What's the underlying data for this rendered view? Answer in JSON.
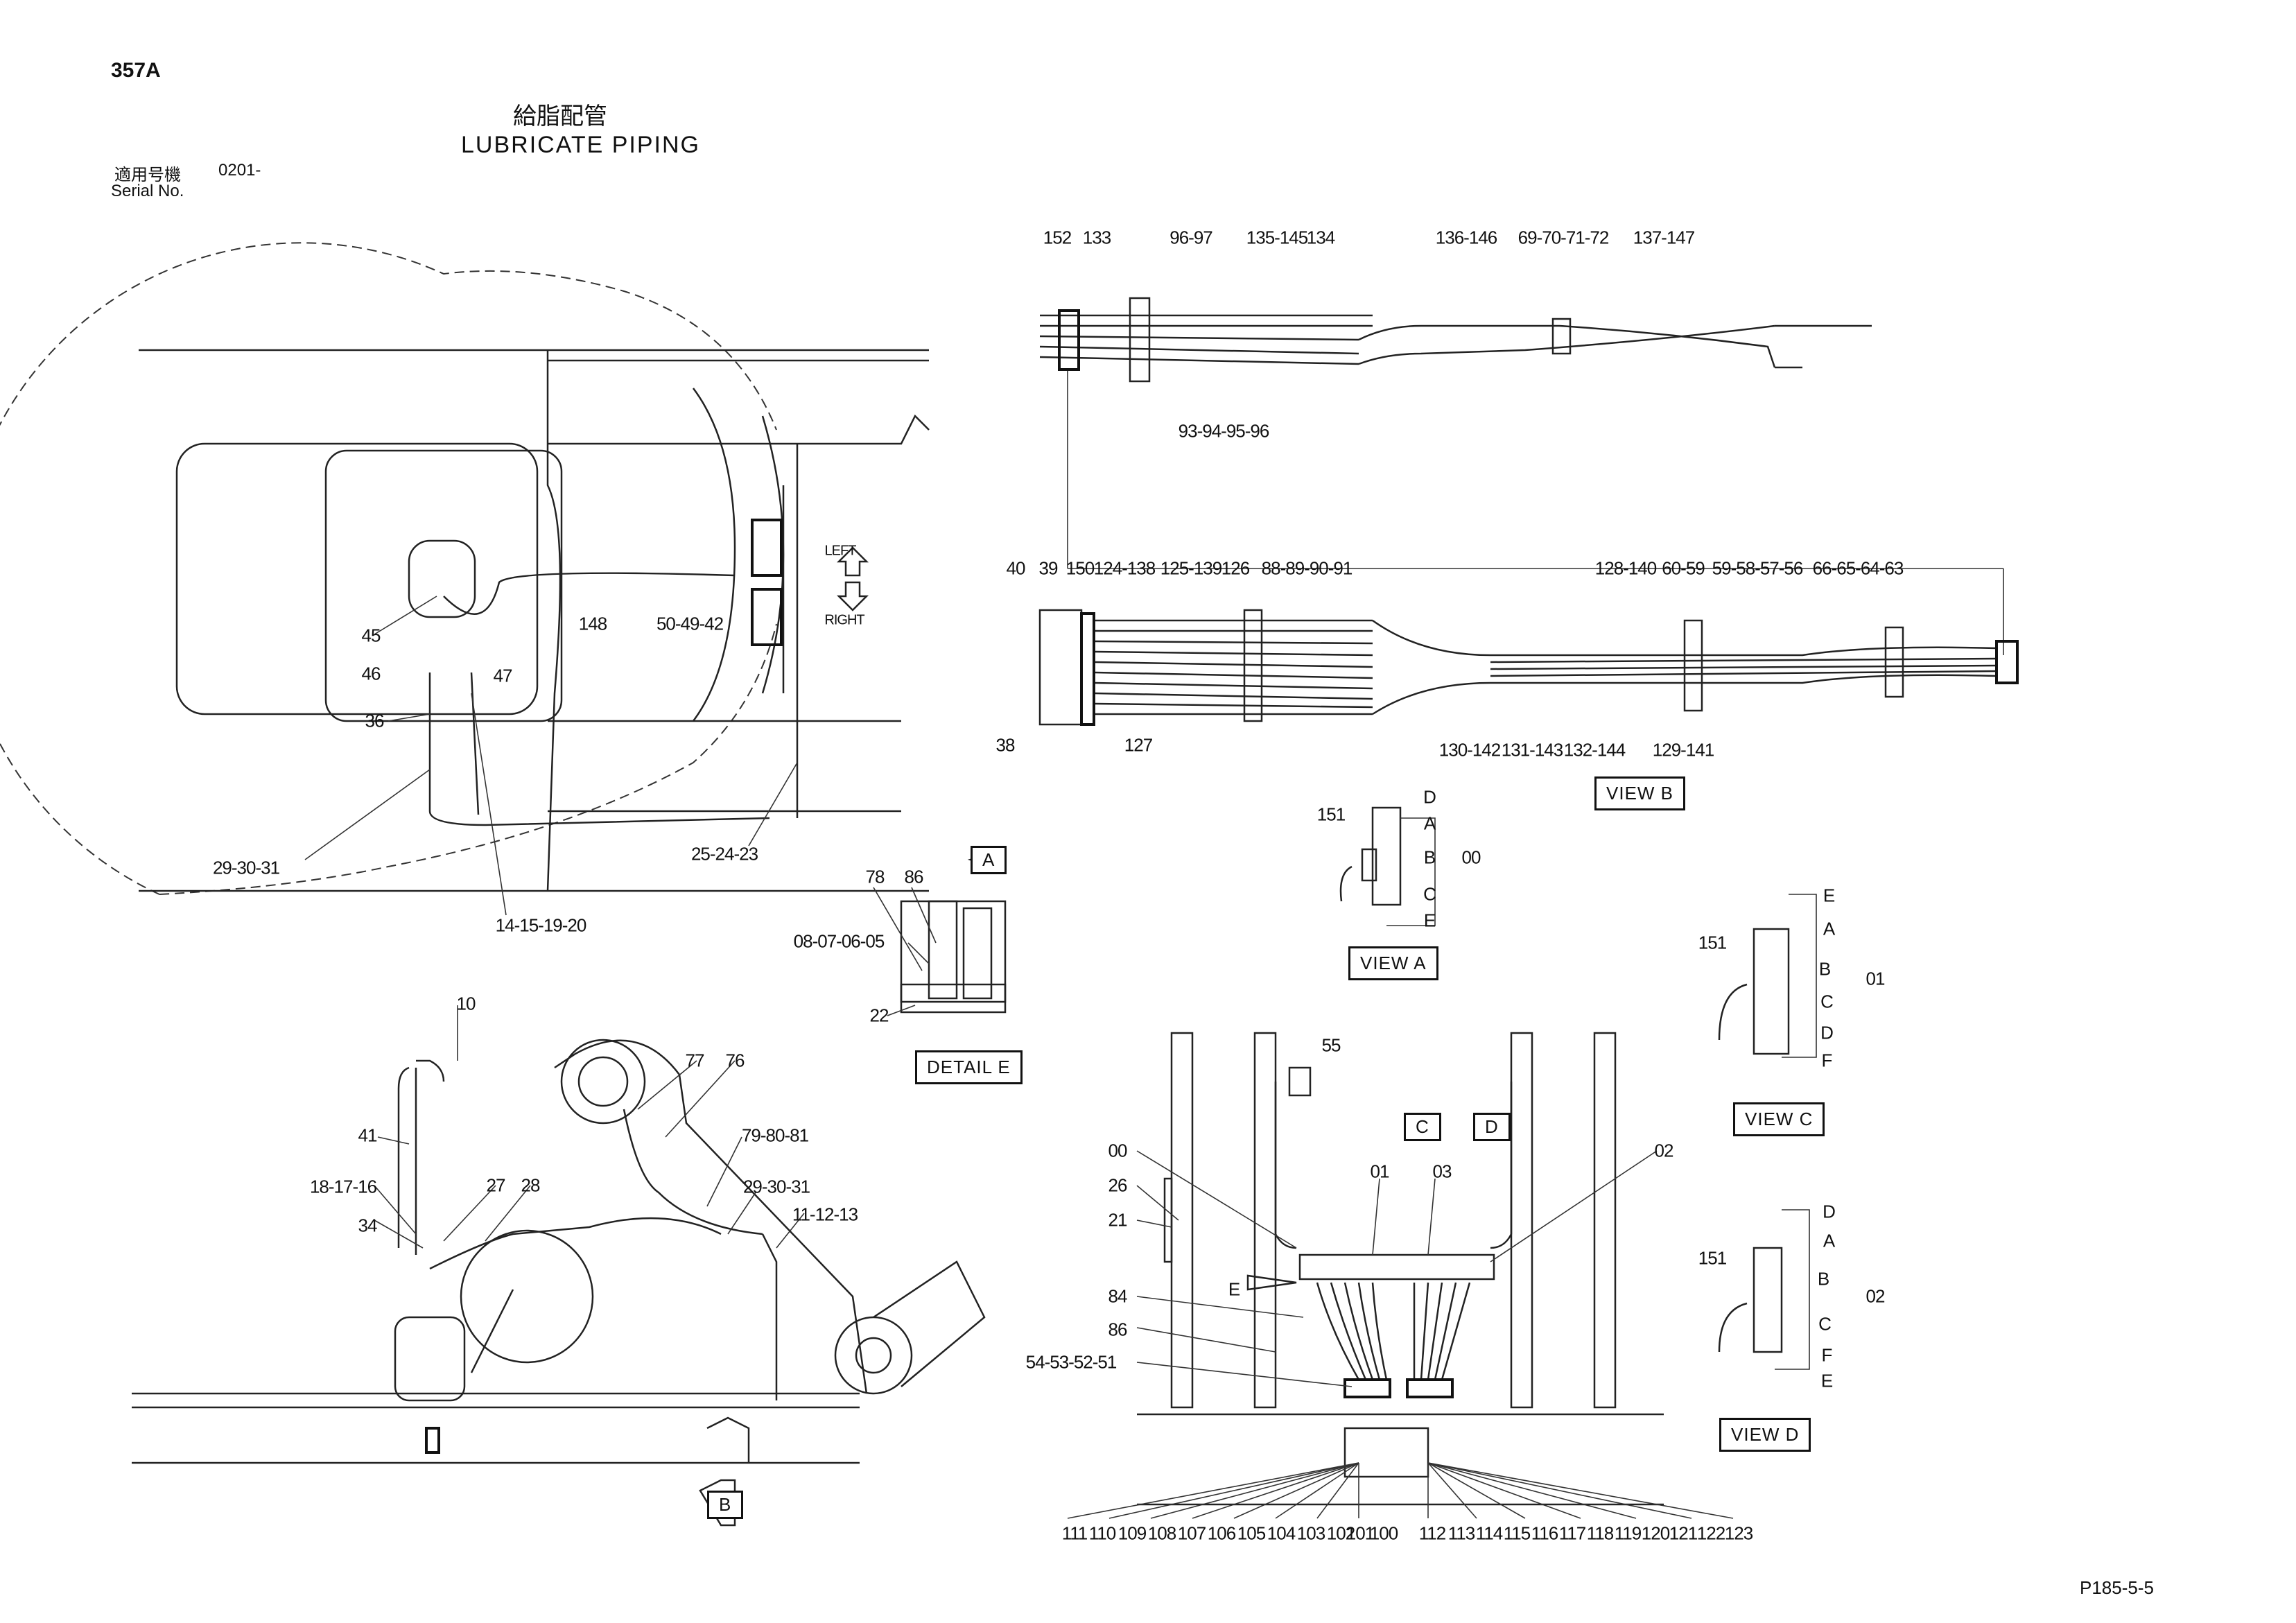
{
  "header": {
    "page_code": "357A",
    "title_jp": "給脂配管",
    "title_en": "LUBRICATE PIPING",
    "serial_jp": "適用号機",
    "serial_value": "0201-",
    "serial_en": "Serial No."
  },
  "footer": {
    "page_ref": "P185-5-5"
  },
  "view_boxes": {
    "view_a": "VIEW A",
    "view_b": "VIEW B",
    "view_c": "VIEW C",
    "view_d": "VIEW D",
    "detail_e": "DETAIL E"
  },
  "arrows": {
    "a": "A",
    "b": "B",
    "c": "C",
    "d": "D",
    "left": "LEFT",
    "right": "RIGHT"
  },
  "labels": {
    "top_left": [
      "45",
      "46",
      "47",
      "36",
      "148",
      "50-49-42",
      "29-30-31",
      "14-15-19-20",
      "25-24-23"
    ],
    "detail_e": [
      "78",
      "86",
      "08-07-06-05",
      "22"
    ],
    "view_b_top": [
      "152",
      "133",
      "96-97",
      "135-145",
      "134",
      "136-146",
      "69-70-71-72",
      "137-147",
      "93-94-95-96"
    ],
    "view_b_bottom": [
      "40",
      "39",
      "150",
      "124-138",
      "125-139",
      "126",
      "88-89-90-91",
      "128-140",
      "60-59",
      "59-58-57-56",
      "66-65-64-63",
      "38",
      "127",
      "130-142",
      "131-143",
      "132-144",
      "129-141"
    ],
    "view_a": [
      "151",
      "D",
      "A",
      "B",
      "00",
      "C",
      "E"
    ],
    "view_c": [
      "E",
      "151",
      "A",
      "B",
      "01",
      "C",
      "D",
      "F"
    ],
    "view_d": [
      "D",
      "A",
      "151",
      "B",
      "02",
      "C",
      "F",
      "E"
    ],
    "side_view": [
      "10",
      "41",
      "18-17-16",
      "34",
      "27",
      "28",
      "77",
      "76",
      "79-80-81",
      "29-30-31",
      "11-12-13"
    ],
    "front_view": [
      "55",
      "00",
      "26",
      "21",
      "01",
      "03",
      "02",
      "84",
      "E",
      "86",
      "54-53-52-51"
    ],
    "front_bottom_left": [
      "111",
      "110",
      "109",
      "108",
      "107",
      "106",
      "105",
      "104",
      "103",
      "102",
      "101",
      "100"
    ],
    "front_bottom_right": [
      "112",
      "113",
      "114",
      "115",
      "116",
      "117",
      "118",
      "119",
      "120",
      "121",
      "122",
      "123"
    ]
  }
}
